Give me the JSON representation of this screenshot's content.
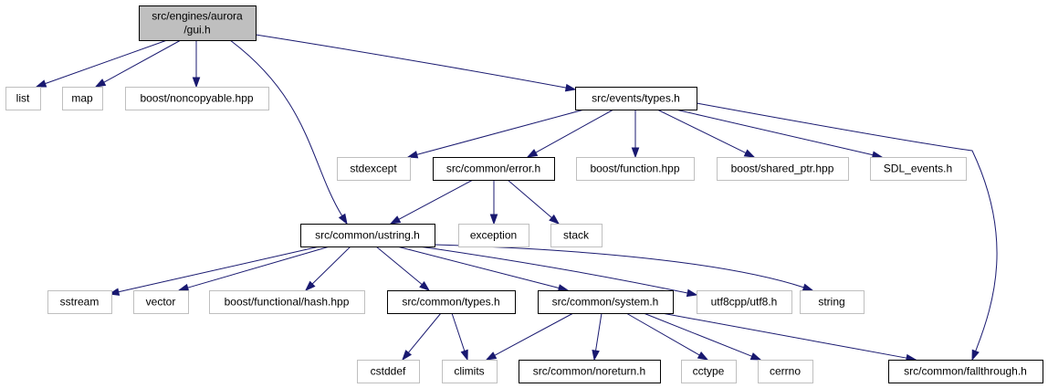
{
  "nodes": [
    {
      "id": "gui",
      "lines": [
        "src/engines/aurora",
        "/gui.h"
      ],
      "kind": "root"
    },
    {
      "id": "list",
      "lines": [
        "list"
      ],
      "kind": "sys"
    },
    {
      "id": "map",
      "lines": [
        "map"
      ],
      "kind": "sys"
    },
    {
      "id": "noncopyable",
      "lines": [
        "boost/noncopyable.hpp"
      ],
      "kind": "sys"
    },
    {
      "id": "events",
      "lines": [
        "src/events/types.h"
      ],
      "kind": "file"
    },
    {
      "id": "stdexcept",
      "lines": [
        "stdexcept"
      ],
      "kind": "sys"
    },
    {
      "id": "error",
      "lines": [
        "src/common/error.h"
      ],
      "kind": "file"
    },
    {
      "id": "function",
      "lines": [
        "boost/function.hpp"
      ],
      "kind": "sys"
    },
    {
      "id": "sharedptr",
      "lines": [
        "boost/shared_ptr.hpp"
      ],
      "kind": "sys"
    },
    {
      "id": "sdl",
      "lines": [
        "SDL_events.h"
      ],
      "kind": "sys"
    },
    {
      "id": "ustring",
      "lines": [
        "src/common/ustring.h"
      ],
      "kind": "file"
    },
    {
      "id": "exception",
      "lines": [
        "exception"
      ],
      "kind": "sys"
    },
    {
      "id": "stack",
      "lines": [
        "stack"
      ],
      "kind": "sys"
    },
    {
      "id": "sstream",
      "lines": [
        "sstream"
      ],
      "kind": "sys"
    },
    {
      "id": "vector",
      "lines": [
        "vector"
      ],
      "kind": "sys"
    },
    {
      "id": "hash",
      "lines": [
        "boost/functional/hash.hpp"
      ],
      "kind": "sys"
    },
    {
      "id": "types",
      "lines": [
        "src/common/types.h"
      ],
      "kind": "file"
    },
    {
      "id": "system",
      "lines": [
        "src/common/system.h"
      ],
      "kind": "file"
    },
    {
      "id": "utf8",
      "lines": [
        "utf8cpp/utf8.h"
      ],
      "kind": "sys"
    },
    {
      "id": "string",
      "lines": [
        "string"
      ],
      "kind": "sys"
    },
    {
      "id": "cstddef",
      "lines": [
        "cstddef"
      ],
      "kind": "sys"
    },
    {
      "id": "climits",
      "lines": [
        "climits"
      ],
      "kind": "sys"
    },
    {
      "id": "noreturn",
      "lines": [
        "src/common/noreturn.h"
      ],
      "kind": "file"
    },
    {
      "id": "cctype",
      "lines": [
        "cctype"
      ],
      "kind": "sys"
    },
    {
      "id": "cerrno",
      "lines": [
        "cerrno"
      ],
      "kind": "sys"
    },
    {
      "id": "fallthrough",
      "lines": [
        "src/common/fallthrough.h"
      ],
      "kind": "file"
    }
  ],
  "edges": [
    [
      "gui",
      "list"
    ],
    [
      "gui",
      "map"
    ],
    [
      "gui",
      "noncopyable"
    ],
    [
      "gui",
      "events"
    ],
    [
      "gui",
      "ustring"
    ],
    [
      "events",
      "stdexcept"
    ],
    [
      "events",
      "error"
    ],
    [
      "events",
      "function"
    ],
    [
      "events",
      "sharedptr"
    ],
    [
      "events",
      "sdl"
    ],
    [
      "events",
      "fallthrough"
    ],
    [
      "error",
      "ustring"
    ],
    [
      "error",
      "exception"
    ],
    [
      "error",
      "stack"
    ],
    [
      "ustring",
      "sstream"
    ],
    [
      "ustring",
      "vector"
    ],
    [
      "ustring",
      "hash"
    ],
    [
      "ustring",
      "types"
    ],
    [
      "ustring",
      "system"
    ],
    [
      "ustring",
      "utf8"
    ],
    [
      "ustring",
      "string"
    ],
    [
      "types",
      "cstddef"
    ],
    [
      "types",
      "climits"
    ],
    [
      "system",
      "climits"
    ],
    [
      "system",
      "noreturn"
    ],
    [
      "system",
      "cctype"
    ],
    [
      "system",
      "cerrno"
    ],
    [
      "system",
      "fallthrough"
    ]
  ],
  "colors": {
    "edge": "#191970",
    "root_fill": "#bfbfbf",
    "system_border": "#bfbfbf",
    "file_border": "#000000"
  }
}
